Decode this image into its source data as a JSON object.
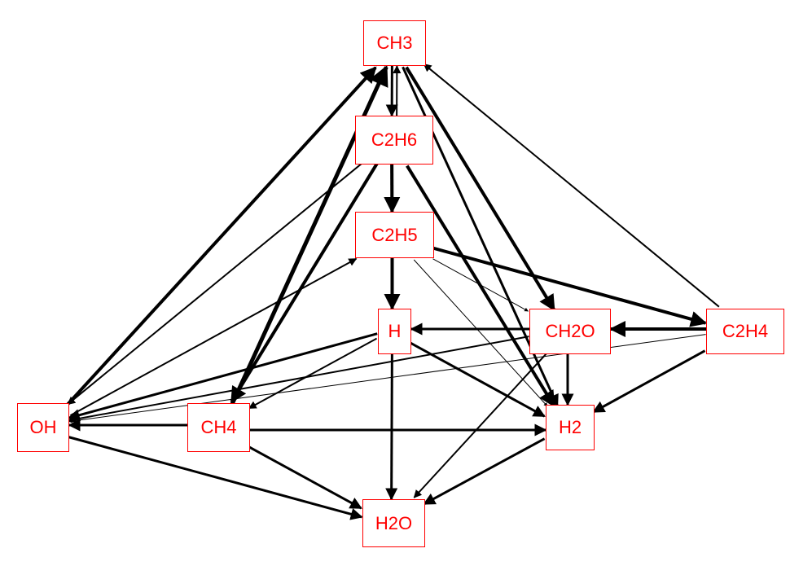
{
  "diagram": {
    "nodes": [
      {
        "id": "CH3",
        "label": "CH3"
      },
      {
        "id": "C2H6",
        "label": "C2H6"
      },
      {
        "id": "C2H5",
        "label": "C2H5"
      },
      {
        "id": "H",
        "label": "H"
      },
      {
        "id": "CH2O",
        "label": "CH2O"
      },
      {
        "id": "C2H4",
        "label": "C2H4"
      },
      {
        "id": "OH",
        "label": "OH"
      },
      {
        "id": "CH4",
        "label": "CH4"
      },
      {
        "id": "H2",
        "label": "H2"
      },
      {
        "id": "H2O",
        "label": "H2O"
      }
    ],
    "edges": [
      {
        "from": "OH",
        "to": "CH3",
        "weight": 4
      },
      {
        "from": "CH4",
        "to": "CH3",
        "weight": 5
      },
      {
        "from": "CH3",
        "to": "C2H6",
        "weight": 3
      },
      {
        "from": "C2H6",
        "to": "CH3",
        "weight": 2
      },
      {
        "from": "C2H4",
        "to": "CH3",
        "weight": 2
      },
      {
        "from": "CH3",
        "to": "CH2O",
        "weight": 4
      },
      {
        "from": "CH3",
        "to": "H2",
        "weight": 3
      },
      {
        "from": "CH3",
        "to": "H2O",
        "weight": 1
      },
      {
        "from": "C2H6",
        "to": "C2H5",
        "weight": 4
      },
      {
        "from": "C2H6",
        "to": "OH",
        "weight": 2
      },
      {
        "from": "C2H6",
        "to": "CH4",
        "weight": 4
      },
      {
        "from": "C2H6",
        "to": "H2",
        "weight": 4
      },
      {
        "from": "OH",
        "to": "C2H5",
        "weight": 2
      },
      {
        "from": "C2H5",
        "to": "H",
        "weight": 4
      },
      {
        "from": "C2H5",
        "to": "C2H4",
        "weight": 4
      },
      {
        "from": "C2H5",
        "to": "CH2O",
        "weight": 1
      },
      {
        "from": "C2H5",
        "to": "H2",
        "weight": 1
      },
      {
        "from": "H",
        "to": "OH",
        "weight": 3
      },
      {
        "from": "H",
        "to": "CH4",
        "weight": 2
      },
      {
        "from": "H",
        "to": "H2",
        "weight": 3
      },
      {
        "from": "H",
        "to": "H2O",
        "weight": 3
      },
      {
        "from": "CH2O",
        "to": "H",
        "weight": 3
      },
      {
        "from": "CH2O",
        "to": "OH",
        "weight": 2
      },
      {
        "from": "CH2O",
        "to": "H2",
        "weight": 3
      },
      {
        "from": "CH2O",
        "to": "H2O",
        "weight": 2
      },
      {
        "from": "C2H4",
        "to": "CH2O",
        "weight": 4
      },
      {
        "from": "C2H4",
        "to": "OH",
        "weight": 1
      },
      {
        "from": "C2H4",
        "to": "H2",
        "weight": 3
      },
      {
        "from": "CH4",
        "to": "OH",
        "weight": 3
      },
      {
        "from": "CH4",
        "to": "H2",
        "weight": 3
      },
      {
        "from": "CH4",
        "to": "H2O",
        "weight": 3
      },
      {
        "from": "OH",
        "to": "H2O",
        "weight": 3
      },
      {
        "from": "H2",
        "to": "H2O",
        "weight": 3
      }
    ]
  },
  "colors": {
    "node_text": "#ff0000",
    "node_border": "#ff0000",
    "edge": "#000000",
    "background": "#ffffff"
  }
}
